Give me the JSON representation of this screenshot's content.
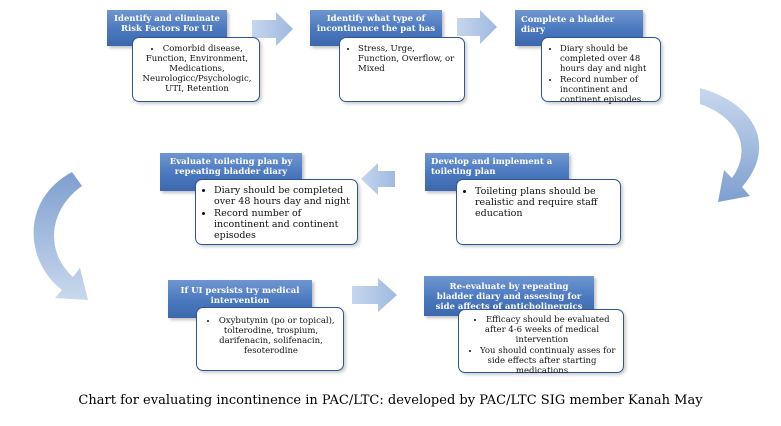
{
  "steps": [
    {
      "title": "Identify and eliminate Risk Factors For UI",
      "items": [
        "Comorbid disease, Function, Environment, Medications, Neurologicc/Psychologic, UTI, Retention"
      ]
    },
    {
      "title": "Identify what type of incontinence the pat has",
      "items": [
        "Stress, Urge, Function, Overflow,  or Mixed"
      ]
    },
    {
      "title": "Complete a bladder diary",
      "items": [
        "Diary should be completed over 48 hours day and night",
        "Record number of incontinent and continent episodes"
      ]
    },
    {
      "title": "Develop and implement a toileting plan",
      "items": [
        "Toileting plans should be realistic and require staff education"
      ]
    },
    {
      "title": "Evaluate toileting plan by repeating bladder diary",
      "items": [
        "Diary should be completed over 48 hours day and night",
        "Record number of incontinent  and continent episodes"
      ]
    },
    {
      "title": "If UI persists try medical intervention",
      "items": [
        "Oxybutynin (po or topical), tolterodine, trospium, darifenacin, solifenacin, fesoterodine"
      ]
    },
    {
      "title": "Re-evaluate by repeating bladder diary and assesing for side affects of anticholinergics",
      "items": [
        "Efficacy should be evaluated after 4-6 weeks of medical intervention",
        "You should continualy asses for side effects after starting medications"
      ]
    }
  ],
  "caption": "Chart for evaluating incontinence in PAC/LTC: developed by PAC/LTC SIG member Kanah May",
  "colors": {
    "header": "#4a78bf",
    "border": "#2f5597",
    "arrow": "#a9c2e6"
  }
}
